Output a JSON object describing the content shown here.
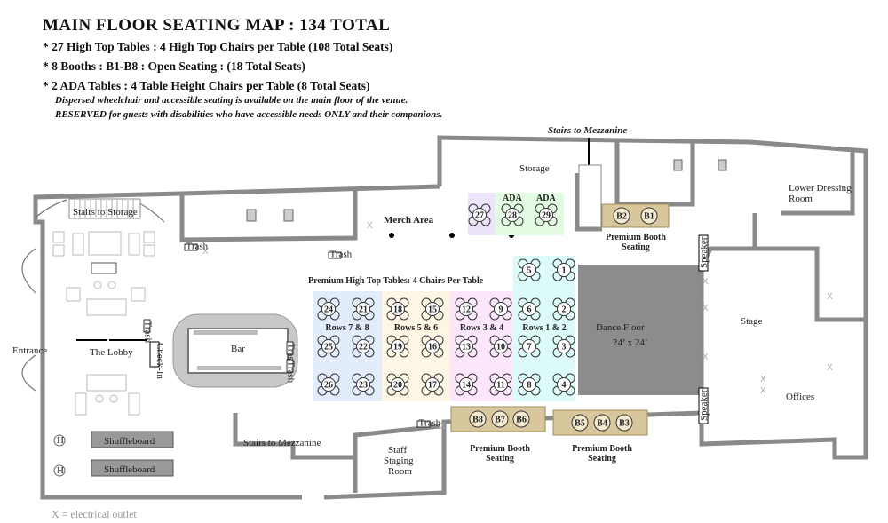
{
  "header": {
    "title": "MAIN FLOOR SEATING MAP : 134 TOTAL",
    "bullets": [
      "* 27 High Top Tables : 4 High Top Chairs per Table (108 Total Seats)",
      "* 8 Booths : B1-B8 : Open Seating : (18 Total Seats)",
      "* 2 ADA Tables : 4 Table Height Chairs per Table (8 Total Seats)"
    ],
    "notes": [
      "Dispersed wheelchair and accessible seating is available on the main floor of the venue.",
      "RESERVED for guests with disabilities who have accessible needs ONLY and their companions."
    ]
  },
  "rooms": {
    "stairs_to_mezzanine_top": "Stairs to Mezzanine",
    "storage": "Storage",
    "lower_dressing_room_1": "Lower Dressing",
    "lower_dressing_room_2": "Room",
    "stairs_to_storage": "Stairs to Storage",
    "merch_area": "Merch Area",
    "entrance": "Entrance",
    "lobby": "The Lobby",
    "check_in": "Check-In",
    "bar": "Bar",
    "dance_floor": "Dance Floor",
    "dance_floor_size": "24’ x 24’",
    "stage": "Stage",
    "offices": "Offices",
    "speaker": "Speaker",
    "shuffleboard": "Shuffleboard",
    "stairs_to_mezzanine_bottom": "Stairs to Mezzanine",
    "staff_staging_1": "Staff",
    "staff_staging_2": "Staging",
    "staff_staging_3": "Room",
    "heater": "H",
    "trash": "Trash",
    "outlet": "X"
  },
  "seating": {
    "premium_title": "Premium High Top Tables: 4 Chairs Per Table",
    "ada_label": "ADA",
    "zones": [
      {
        "label": "Rows 7 & 8",
        "color": "#e3ecfb",
        "tables": [
          24,
          21,
          25,
          22,
          26,
          23
        ]
      },
      {
        "label": "Rows 5 & 6",
        "color": "#fdf6e4",
        "tables": [
          18,
          15,
          19,
          16,
          20,
          17
        ]
      },
      {
        "label": "Rows 3 & 4",
        "color": "#fbe6fb",
        "tables": [
          12,
          9,
          13,
          10,
          14,
          11
        ]
      },
      {
        "label": "Rows 1 & 2",
        "color": "#dcfbf8",
        "tables": [
          5,
          1,
          6,
          2,
          7,
          3,
          8,
          4
        ]
      }
    ],
    "ada_tables": [
      27,
      28,
      29
    ],
    "booth_groups": [
      {
        "booths": [
          "B2",
          "B1"
        ],
        "label1": "Premium Booth",
        "label2": "Seating"
      },
      {
        "booths": [
          "B8",
          "B7",
          "B6"
        ],
        "label1": "Premium Booth",
        "label2": "Seating"
      },
      {
        "booths": [
          "B5",
          "B4",
          "B3"
        ],
        "label1": "Premium Booth",
        "label2": "Seating"
      }
    ]
  },
  "legend": "X = electrical outlet",
  "colors": {
    "dance_floor": "#8c8c8c",
    "booth": "#d8c79c",
    "wall": "#8a8a8a",
    "ada_purple": "#ece4fb",
    "ada_green": "#e2fbe2"
  }
}
